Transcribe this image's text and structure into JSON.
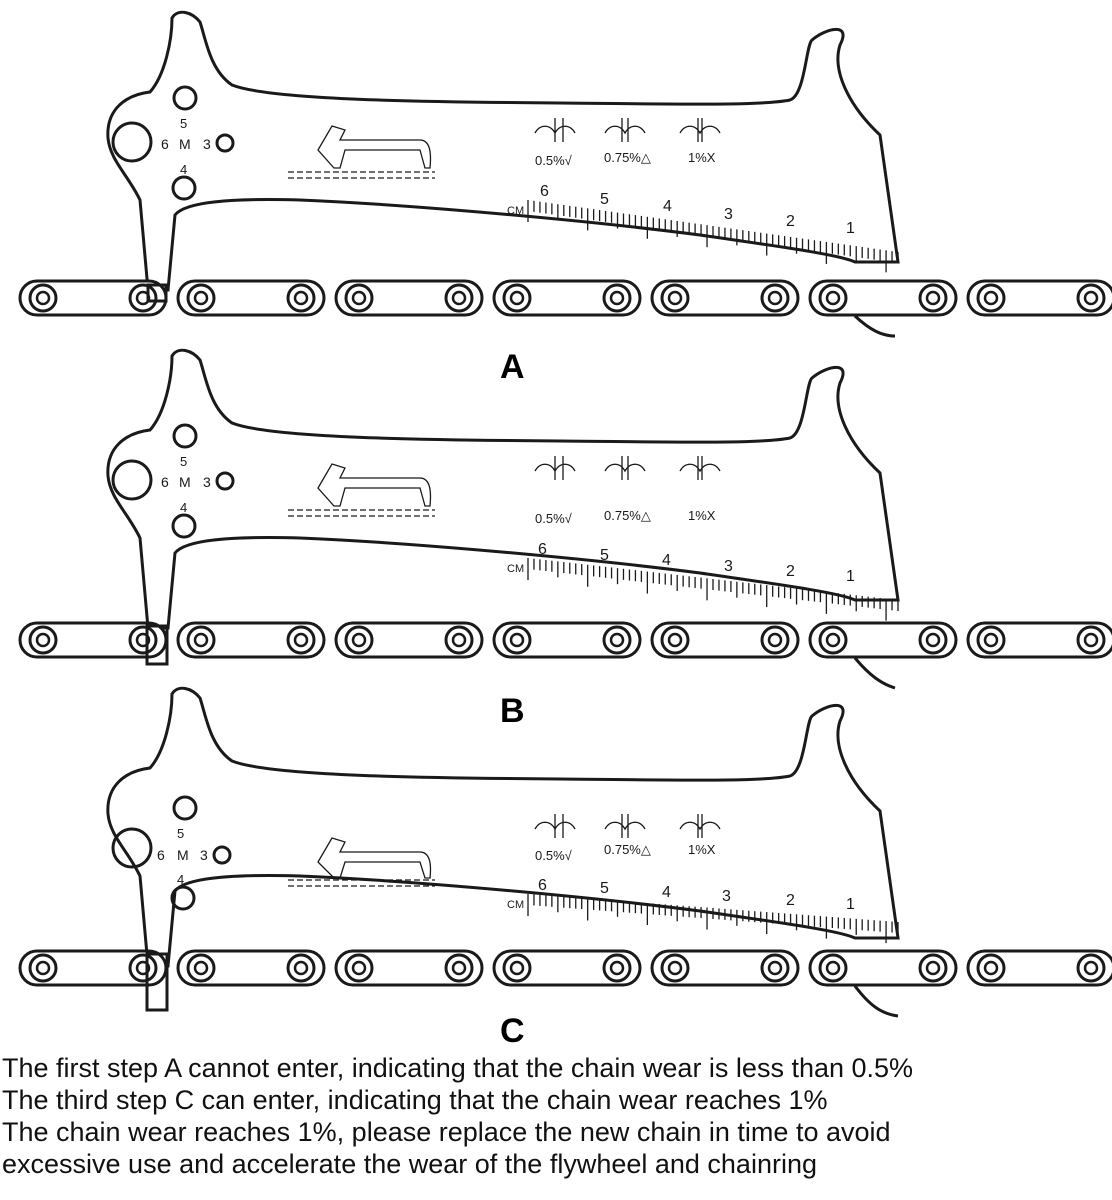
{
  "panels": [
    {
      "letter": "A",
      "gauge_labels": {
        "six": "6",
        "m": "M",
        "three": "3",
        "five": "5",
        "four": "4"
      },
      "wear_marks": [
        "0.5%√",
        "0.75%△",
        "1%X"
      ],
      "ruler": {
        "unit": "CM",
        "numbers": [
          "6",
          "5",
          "4",
          "3",
          "2",
          "1"
        ]
      }
    },
    {
      "letter": "B",
      "gauge_labels": {
        "six": "6",
        "m": "M",
        "three": "3",
        "five": "5",
        "four": "4"
      },
      "wear_marks": [
        "0.5%√",
        "0.75%△",
        "1%X"
      ],
      "ruler": {
        "unit": "CM",
        "numbers": [
          "6",
          "5",
          "4",
          "3",
          "2",
          "1"
        ]
      }
    },
    {
      "letter": "C",
      "gauge_labels": {
        "six": "6",
        "m": "M",
        "three": "3",
        "five": "5",
        "four": "4"
      },
      "wear_marks": [
        "0.5%√",
        "0.75%△",
        "1%X"
      ],
      "ruler": {
        "unit": "CM",
        "numbers": [
          "6",
          "5",
          "4",
          "3",
          "2",
          "1"
        ]
      }
    }
  ],
  "caption": {
    "line1": "The first step A cannot enter, indicating that the chain wear is less than 0.5%",
    "line2": "The third step C can enter, indicating that the chain wear reaches 1%",
    "line3": "The chain wear reaches 1%, please replace the new chain in time to avoid",
    "line4": "excessive use and accelerate the wear of the flywheel and chainring"
  }
}
